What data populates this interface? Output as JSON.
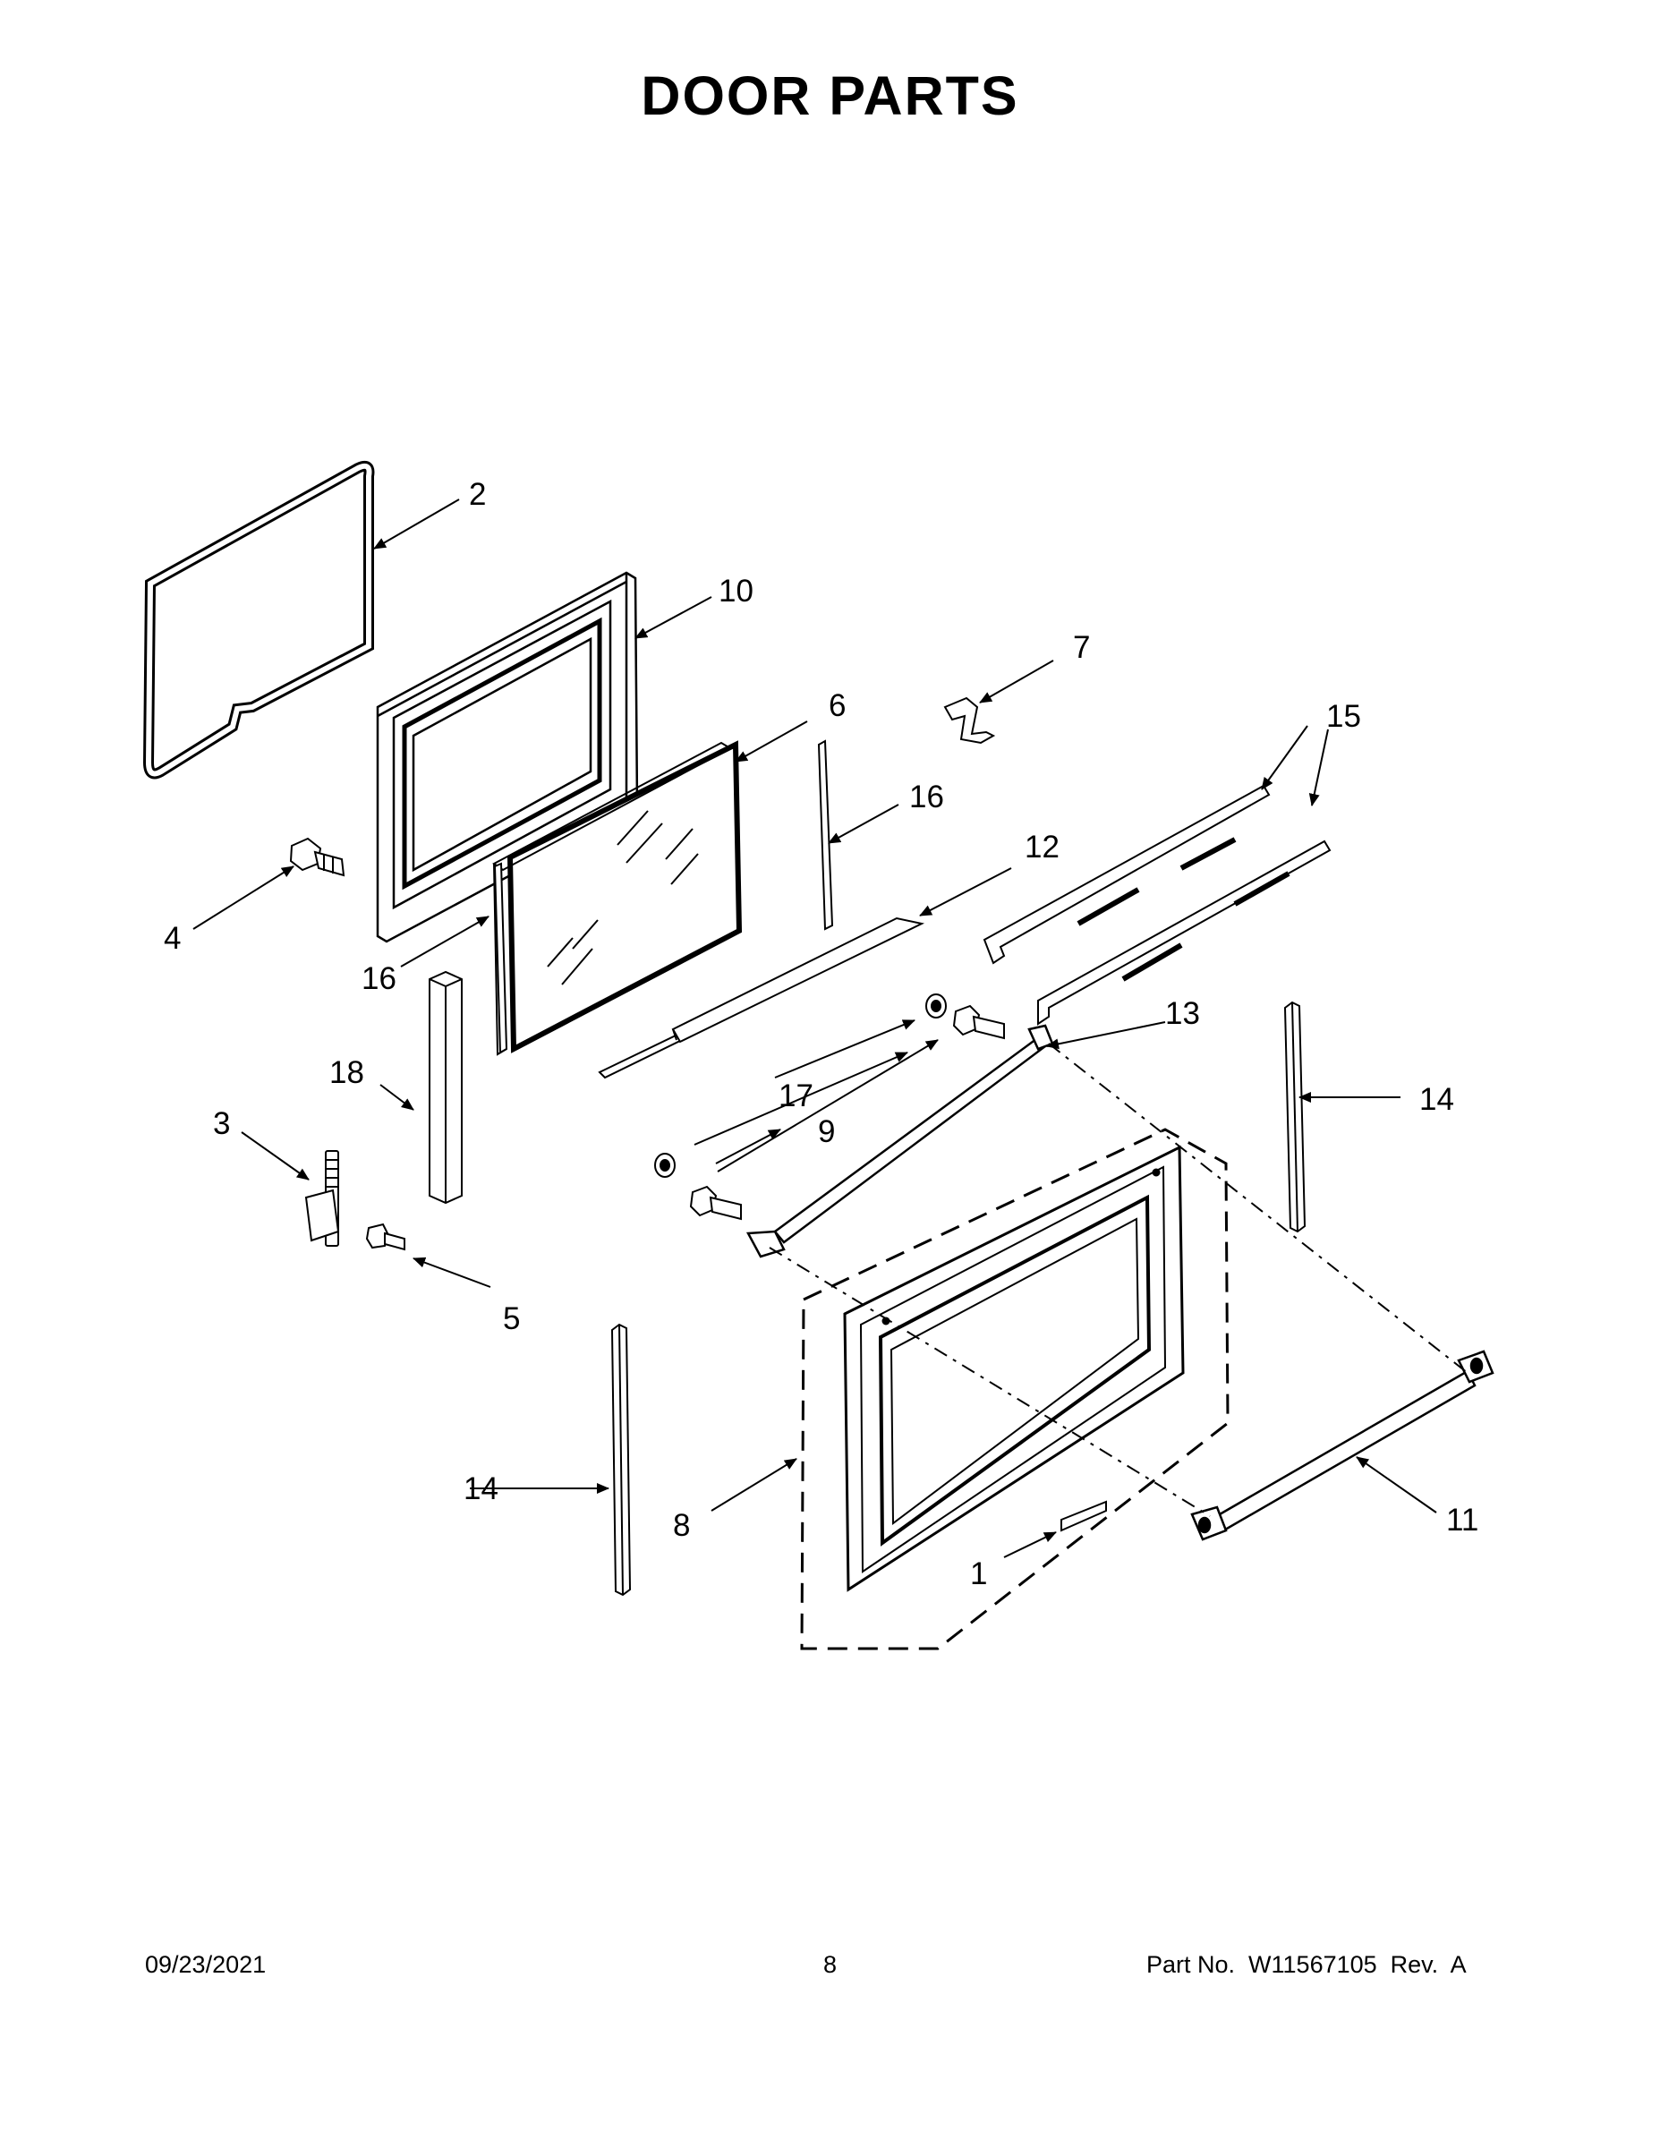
{
  "title": "DOOR PARTS",
  "callouts": [
    "1",
    "2",
    "3",
    "4",
    "5",
    "6",
    "7",
    "8",
    "9",
    "10",
    "11",
    "12",
    "13",
    "14",
    "14",
    "15",
    "16",
    "16",
    "17",
    "18"
  ],
  "footer": {
    "date": "09/23/2021",
    "page": "8",
    "part": "Part No.  W11567105  Rev.  A"
  }
}
